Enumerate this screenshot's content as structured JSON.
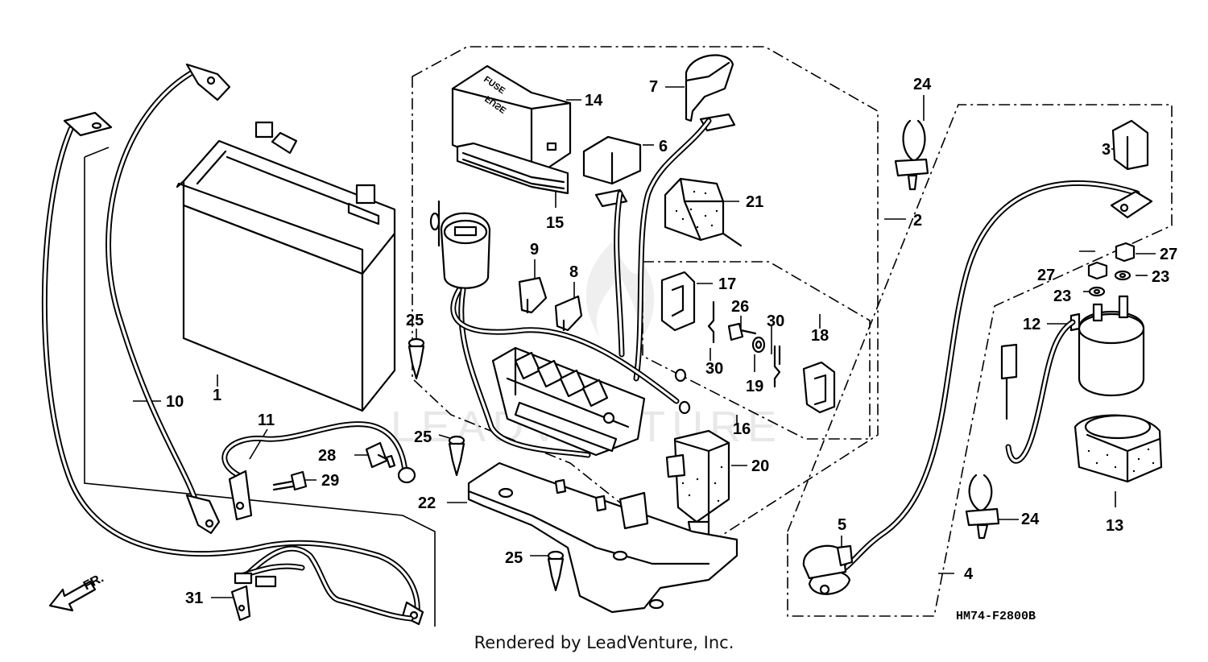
{
  "diagram": {
    "watermark": "LEADVENTURE",
    "part_code": "HM74-F2800B",
    "direction_label": "FR.",
    "fuse_box_label_1": "FUSE",
    "fuse_box_label_2": "FUSE",
    "callouts": [
      "1",
      "2",
      "3",
      "4",
      "5",
      "6",
      "7",
      "8",
      "9",
      "10",
      "11",
      "12",
      "13",
      "14",
      "15",
      "16",
      "17",
      "18",
      "19",
      "20",
      "21",
      "22",
      "23",
      "23",
      "24",
      "24",
      "25",
      "25",
      "25",
      "26",
      "27",
      "27",
      "28",
      "29",
      "30",
      "30",
      "31"
    ]
  },
  "footer": {
    "text": "Rendered by LeadVenture, Inc."
  }
}
